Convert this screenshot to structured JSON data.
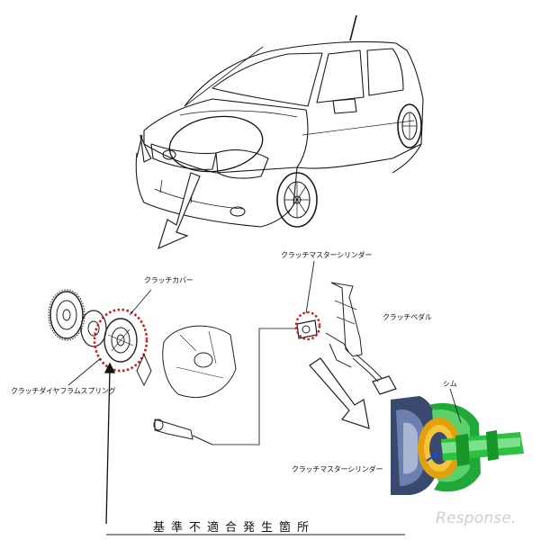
{
  "labels": {
    "clutch_cover": "クラッチカバー",
    "clutch_master_cylinder_top": "クラッチマスターシリンダー",
    "clutch_pedal": "クラッチペダル",
    "clutch_diaphragm_spring": "クラッチダイヤフラムスプリング",
    "shim": "シム",
    "clutch_master_cylinder_bottom": "クラッチマスターシリンダー"
  },
  "caption": "基準不適合発生箇所",
  "watermark": "Response."
}
